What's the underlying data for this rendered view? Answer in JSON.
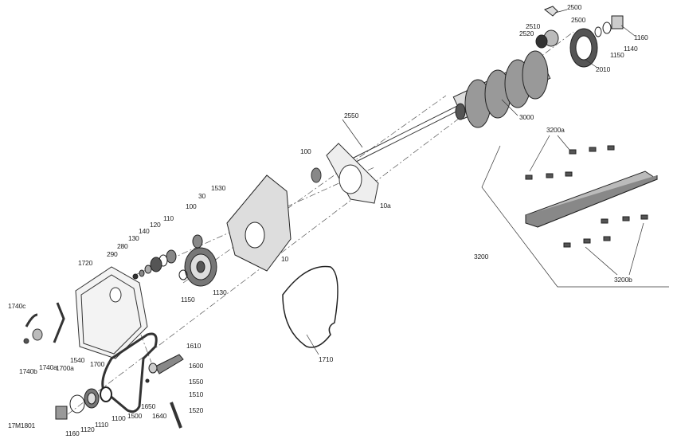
{
  "diagram_id": "17M1801",
  "callouts": [
    "2500",
    "2510",
    "2520",
    "2500",
    "1160",
    "1140",
    "1150",
    "2010",
    "3000",
    "2550",
    "100",
    "3200a",
    "10a",
    "1530",
    "30",
    "100",
    "110",
    "120",
    "140",
    "130",
    "280",
    "290",
    "1720",
    "10",
    "1150",
    "1130",
    "3200",
    "3200b",
    "1740c",
    "1710",
    "1610",
    "1600",
    "1740a",
    "1700a",
    "1540",
    "1700",
    "1740b",
    "1550",
    "1510",
    "1650",
    "1500",
    "1640",
    "1520",
    "1100",
    "1110",
    "1120",
    "1160"
  ]
}
